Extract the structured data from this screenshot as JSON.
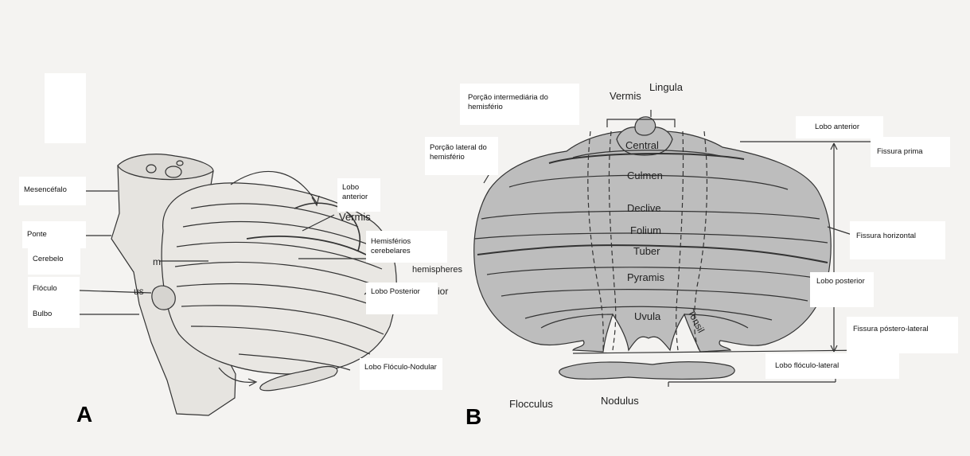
{
  "panels": {
    "a": "A",
    "b": "B"
  },
  "colors": {
    "paper": "#f4f3f1",
    "lobe_fill": "#bdbdbd",
    "ink": "#333333",
    "box": "#ffffff"
  },
  "panel_a": {
    "labels": {
      "mesencefalo": "Mesencéfalo",
      "ponte": "Ponte",
      "cerebelo": "Cerebelo",
      "floculo": "Flóculo",
      "bulbo": "Bulbo",
      "lobo_anterior": "Lobo anterior",
      "hemisferios": "Hemisférios cerebelares",
      "lobo_posterior": "Lobo Posterior",
      "lobo_floculo_nodular": "Lobo Flóculo-Nodular"
    },
    "printed": {
      "vermis": "Vermis",
      "m": "m",
      "us": "us",
      "ior": "ior",
      "hemispheres": "hemispheres"
    }
  },
  "panel_b": {
    "printed": {
      "vermis": "Vermis",
      "lingula": "Lingula",
      "central": "Central",
      "culmen": "Culmen",
      "declive": "Declive",
      "folium": "Folium",
      "tuber": "Tuber",
      "pyramis": "Pyramis",
      "uvula": "Uvula",
      "tonsil": "Tonsil",
      "flocculus": "Flocculus",
      "nodulus": "Nodulus"
    },
    "labels": {
      "porcao_intermediaria": "Porção intermediária do hemisfério",
      "porcao_lateral": "Porção lateral do hemisfério",
      "lobo_anterior": "Lobo anterior",
      "fissura_prima": "Fissura prima",
      "fissura_horizontal": "Fissura horizontal",
      "lobo_posterior": "Lobo posterior",
      "fissura_postero_lateral": "Fissura póstero-lateral",
      "lobo_floculo_lateral": "Lobo flóculo-lateral"
    }
  }
}
